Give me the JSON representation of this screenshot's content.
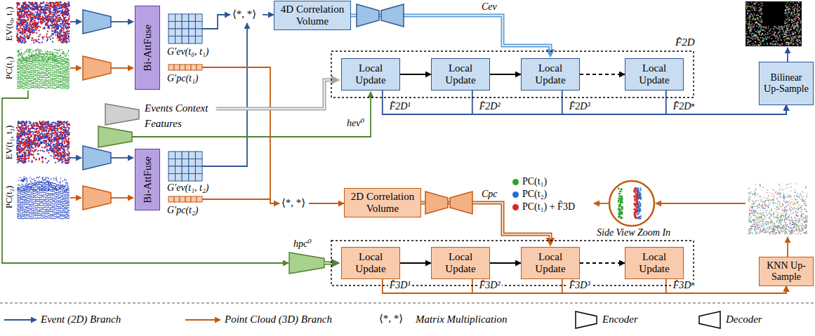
{
  "diagram": {
    "nodes": [
      {
        "text": [
          "Bi-AttFuse"
        ]
      },
      {
        "text": [
          "4D Correlation Volume"
        ]
      },
      {
        "text": [
          "Local Update"
        ]
      },
      {
        "text": [
          "Local Update"
        ]
      },
      {
        "text": [
          "Local Update"
        ]
      },
      {
        "text": [
          "Local Update"
        ]
      },
      {
        "text": [
          "Bilinear Up-Sample"
        ]
      },
      {
        "text": [
          "Bi-AttFuse"
        ]
      },
      {
        "text": [
          "2D Correlation Volume"
        ]
      },
      {
        "text": [
          "Local Update"
        ]
      },
      {
        "text": [
          "Local Update"
        ]
      },
      {
        "text": [
          "Local Update"
        ]
      },
      {
        "text": [
          "Local Update"
        ]
      },
      {
        "text": [
          "KNN Up-Sample"
        ]
      }
    ],
    "edges": [
      {
        "from": 2,
        "to": 3,
        "arrow": "to"
      },
      {
        "from": 3,
        "to": 4,
        "arrow": "to"
      },
      {
        "from": 4,
        "to": 5,
        "arrow": "to"
      },
      {
        "from": 1,
        "to": 4,
        "label": "Cev",
        "arrow": "to"
      },
      {
        "from": 2,
        "to": 6,
        "label": "F̂2D¹",
        "arrow": "to"
      },
      {
        "from": 3,
        "to": 6,
        "label": "F̂2D²",
        "arrow": "to"
      },
      {
        "from": 4,
        "to": 6,
        "label": "F̂2D³",
        "arrow": "to"
      },
      {
        "from": 5,
        "to": 6,
        "label": "F̂2Dⁿ",
        "arrow": "to"
      },
      {
        "from": 9,
        "to": 10,
        "arrow": "to"
      },
      {
        "from": 10,
        "to": 11,
        "arrow": "to"
      },
      {
        "from": 11,
        "to": 12,
        "arrow": "to"
      },
      {
        "from": 8,
        "to": 11,
        "label": "Cpc",
        "arrow": "to"
      },
      {
        "from": 9,
        "to": 13,
        "label": "F̂3D¹",
        "arrow": "to"
      },
      {
        "from": 10,
        "to": 13,
        "label": "F̂3D²",
        "arrow": "to"
      },
      {
        "from": 11,
        "to": 13,
        "label": "F̂3D³",
        "arrow": "to"
      },
      {
        "from": 12,
        "to": 13,
        "label": "F̂3Dⁿ",
        "arrow": "to"
      }
    ],
    "labels": [
      "EV(t₀, t₁)",
      "PC(t₁)",
      "EV(t₁, t₂)",
      "PC(t₂)",
      "G′ev(t₀, t₁)",
      "G′pc(t₁)",
      "⟨*, *⟩",
      "Events Context",
      "Features",
      "hev⁰",
      "F̂2D",
      "G′ev(t₁, t₂)",
      "G′pc(t₂)",
      "⟨*, *⟩",
      "hpc⁰",
      "Side View Zoom In",
      "⟨*, *⟩"
    ],
    "legend": [
      {
        "text": "PC(t₁)",
        "color": "#2ca02c"
      },
      {
        "text": "PC(t₂)",
        "color": "#1f6fd1"
      },
      {
        "text": "PC(t₁) + F̂3D",
        "color": "#d62728"
      },
      {
        "text": "Event (2D) Branch"
      },
      {
        "text": "Point Cloud (3D) Branch"
      },
      {
        "text": "Matrix Multiplication"
      },
      {
        "text": "Encoder"
      },
      {
        "text": "Decoder"
      }
    ]
  }
}
